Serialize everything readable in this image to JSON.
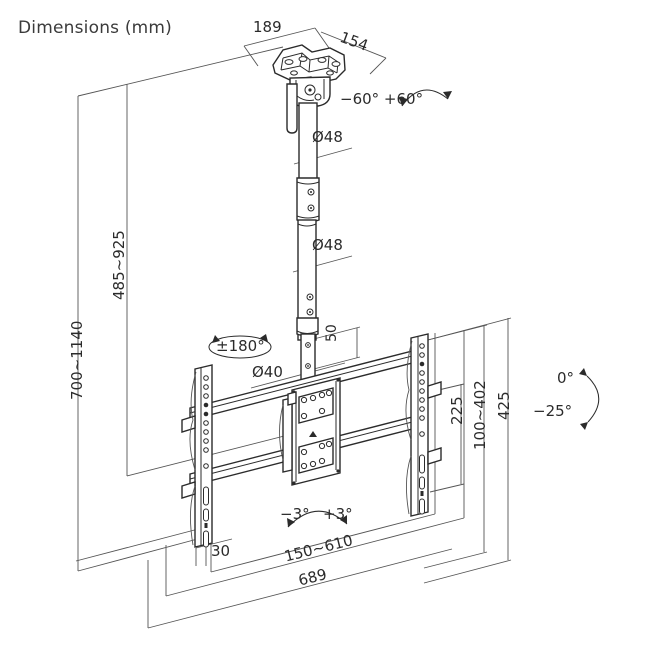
{
  "header": {
    "title": "Dimensions (mm)"
  },
  "drawing": {
    "subject": "ceiling-tv-mount-technical-drawing",
    "line_color": "#2b2b2b",
    "fill_color": "#ffffff",
    "background": "#ffffff"
  },
  "dimensions": {
    "ceiling_plate_width": "189",
    "ceiling_plate_depth": "154",
    "upper_pole_diameter": "Ø48",
    "lower_pole_diameter": "Ø48",
    "bracket_tube_diameter": "Ø40",
    "pole_hole_spacing": "50",
    "total_drop_range": "700~1140",
    "pole_drop_range": "485~925",
    "vesa_height": "225",
    "vesa_height_range": "100~402",
    "panel_height": "425",
    "wall_offset": "30",
    "vesa_width_range": "150~610",
    "overall_width": "689"
  },
  "angles": {
    "swivel_ceiling": "−60° +60°",
    "rotation": "±180°",
    "tilt_left": "−3°",
    "tilt_right": "+3°",
    "tilt_top": "0°",
    "tilt_bottom": "−25°"
  },
  "icons": {
    "swivel_arc": "curved-double-arrow-icon",
    "rotation_ellipse": "ellipse-rotation-arrow-icon",
    "tilt_arc": "curved-double-arrow-icon",
    "vertical_tilt_arc": "curved-double-arrow-icon",
    "vesa_marker": "triangle-up-icon"
  }
}
